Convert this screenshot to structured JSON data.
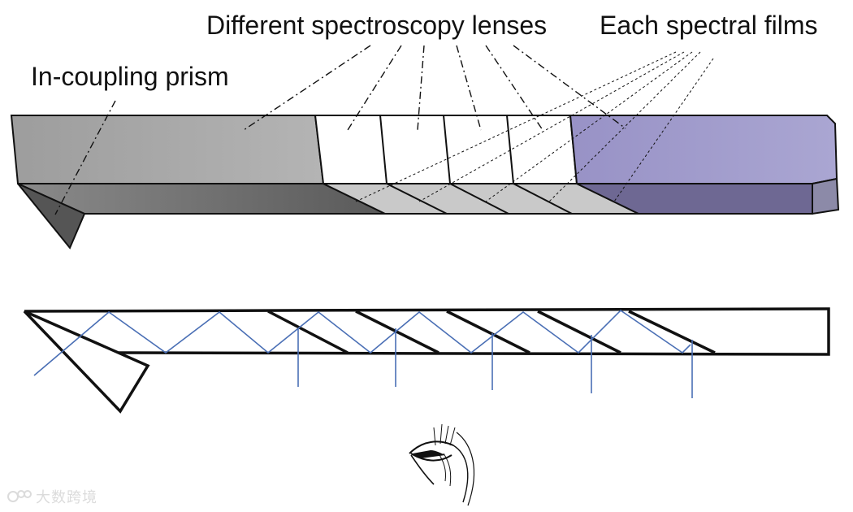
{
  "labels": {
    "lenses": "Different spectroscopy lenses",
    "films": "Each spectral films",
    "prism": "In-coupling prism"
  },
  "watermark": {
    "text": "大数跨境"
  },
  "colors": {
    "prism_top": "#a9a9a9",
    "prism_bottom": "#6b6b6b",
    "lens_face": "#ffffff",
    "lens_floor": "#c9c9c9",
    "film_top": "#a59fcd",
    "film_bottom": "#6e6893",
    "film_end": "#8c8aa8",
    "ray": "#4a6fb5",
    "outline": "#111111"
  }
}
